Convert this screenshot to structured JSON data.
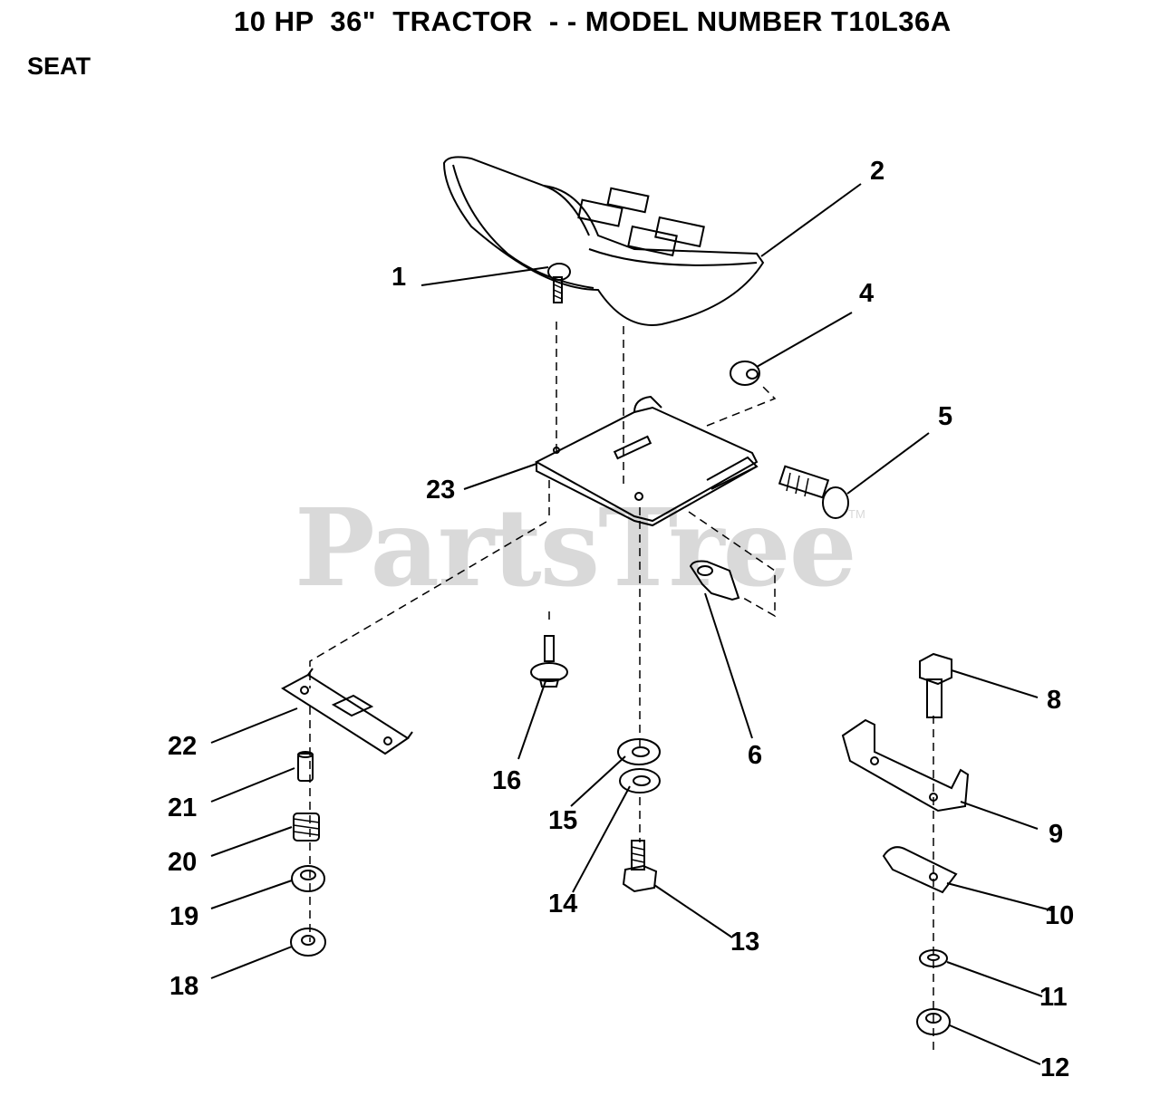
{
  "header": {
    "title": "10 HP  36\"  TRACTOR  - - MODEL NUMBER T10L36A",
    "section": "SEAT"
  },
  "watermark": {
    "text": "PartsTree",
    "mark": "TM"
  },
  "callouts": [
    "1",
    "2",
    "4",
    "5",
    "6",
    "8",
    "9",
    "10",
    "11",
    "12",
    "13",
    "14",
    "15",
    "16",
    "18",
    "19",
    "20",
    "21",
    "22",
    "23"
  ]
}
